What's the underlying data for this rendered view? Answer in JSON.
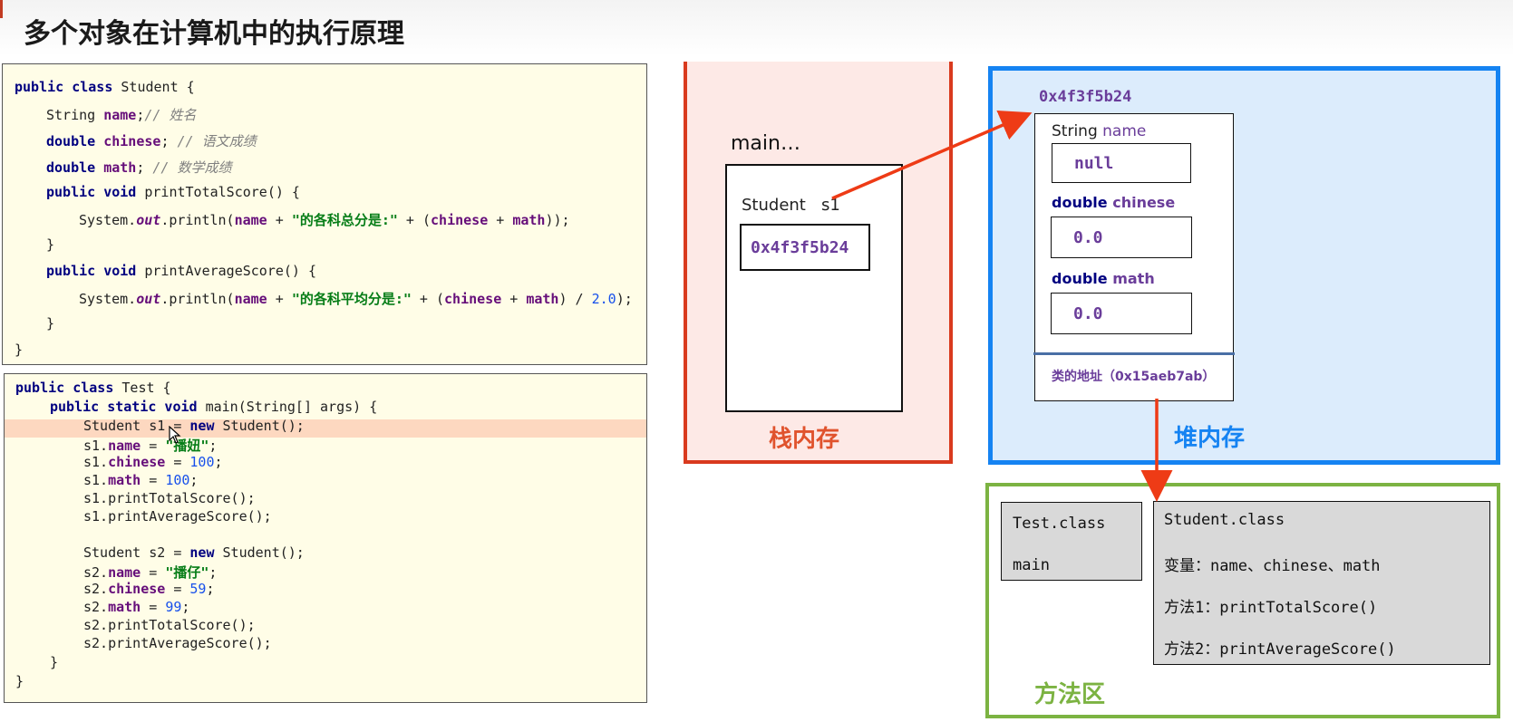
{
  "title": "多个对象在计算机中的执行原理",
  "student_code": {
    "l1": {
      "a": "public class",
      "b": " Student {"
    },
    "l2": {
      "a": "String ",
      "b": "name",
      "c": ";",
      "d": "// 姓名"
    },
    "l3": {
      "a": "double ",
      "b": "chinese",
      "c": "; ",
      "d": "// 语文成绩"
    },
    "l4": {
      "a": "double ",
      "b": "math",
      "c": "; ",
      "d": "// 数学成绩"
    },
    "l5": {
      "a": "public void",
      "b": " printTotalScore() {"
    },
    "l6": {
      "a": "System.",
      "b": "out",
      "c": ".println(",
      "d": "name",
      "e": " + ",
      "f": "\"的各科总分是:\"",
      "g": " + (",
      "h": "chinese",
      "i": " + ",
      "j": "math",
      "k": "));"
    },
    "l7": "}",
    "l8": {
      "a": "public void",
      "b": " printAverageScore() {"
    },
    "l9": {
      "a": "System.",
      "b": "out",
      "c": ".println(",
      "d": "name",
      "e": " + ",
      "f": "\"的各科平均分是:\"",
      "g": " + (",
      "h": "chinese",
      "i": " + ",
      "j": "math",
      "k": ") / ",
      "l": "2.0",
      "m": ");"
    },
    "l10": "}",
    "l11": "}"
  },
  "test_code": {
    "l1": {
      "a": "public class",
      "b": " Test {"
    },
    "l2": {
      "a": "public static void",
      "b": " main(String[] args) {"
    },
    "l3": {
      "a": "Student s1 = ",
      "b": "new",
      "c": " Student();"
    },
    "l4": {
      "a": "s1.",
      "b": "name",
      "c": " = ",
      "d": "\"播妞\"",
      "e": ";"
    },
    "l5": {
      "a": "s1.",
      "b": "chinese",
      "c": " = ",
      "d": "100",
      "e": ";"
    },
    "l6": {
      "a": "s1.",
      "b": "math",
      "c": " = ",
      "d": "100",
      "e": ";"
    },
    "l7": "s1.printTotalScore();",
    "l8": "s1.printAverageScore();",
    "l9": {
      "a": "Student s2 = ",
      "b": "new",
      "c": " Student();"
    },
    "l10": {
      "a": "s2.",
      "b": "name",
      "c": " = ",
      "d": "\"播仔\"",
      "e": ";"
    },
    "l11": {
      "a": "s2.",
      "b": "chinese",
      "c": " = ",
      "d": "59",
      "e": ";"
    },
    "l12": {
      "a": "s2.",
      "b": "math",
      "c": " = ",
      "d": "99",
      "e": ";"
    },
    "l13": "s2.printTotalScore();",
    "l14": "s2.printAverageScore();",
    "l15": "}",
    "l16": "}"
  },
  "stack": {
    "label": "栈内存",
    "frame_label": "main…",
    "var_label": "Student   s1",
    "var_value": "0x4f3f5b24"
  },
  "heap": {
    "label": "堆内存",
    "address": "0x4f3f5b24",
    "field1_type": "String",
    "field1_name": "name",
    "field1_value": "null",
    "field2_type": "double",
    "field2_name": "chinese",
    "field2_value": "0.0",
    "field3_type": "double",
    "field3_name": "math",
    "field3_value": "0.0",
    "class_address": "类的地址（0x15aeb7ab）"
  },
  "method_area": {
    "label": "方法区",
    "test_class": "Test.class",
    "test_main": "main",
    "student_class": "Student.class",
    "vars": "变量：name、chinese、math",
    "method1": "方法1：printTotalScore()",
    "method2": "方法2：printAverageScore()"
  },
  "colors": {
    "stack_border": "#d93a1e",
    "heap_border": "#1583f2",
    "method_border": "#7cb342",
    "arrow": "#ee3b16"
  }
}
